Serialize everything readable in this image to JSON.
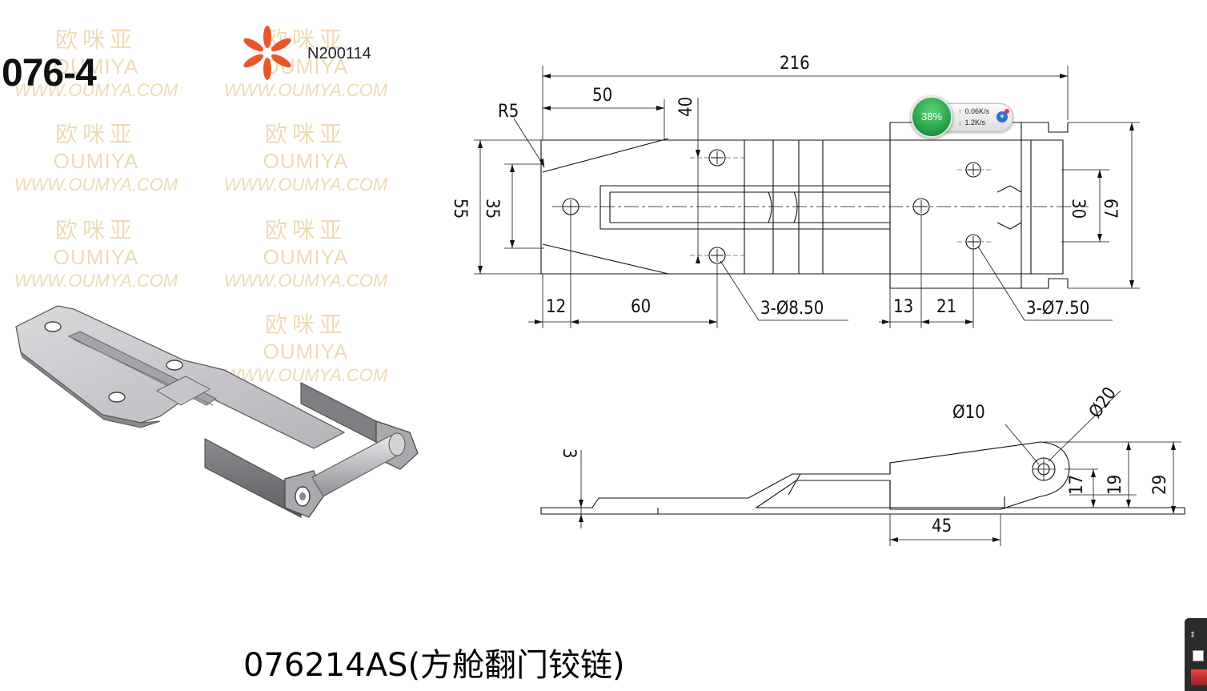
{
  "header": {
    "part_number": "076-4",
    "code": "N200114"
  },
  "watermark": {
    "cn": "欧咪亚",
    "en": "OUMIYA",
    "url": "WWW.OUMYA.COM"
  },
  "caption": "076214AS(方舱翻门铰链)",
  "network_widget": {
    "cpu_percent": "38%",
    "upload": "0.06K/s",
    "download": "1.2K/s"
  },
  "dimensions": {
    "top": {
      "overall_length": "216",
      "d50": "50",
      "d40": "40",
      "radius": "R5",
      "d55": "55",
      "d35": "35",
      "d30": "30",
      "d67": "67",
      "d12": "12",
      "d60": "60",
      "d13": "13",
      "d21": "21",
      "holes_left": "3-Ø8.50",
      "holes_right": "3-Ø7.50"
    },
    "side": {
      "thickness": "3",
      "pin_dia": "Ø10",
      "knuckle_dia": "Ø20",
      "d45": "45",
      "d17": "17",
      "d19": "19",
      "d29": "29"
    }
  },
  "colors": {
    "watermark": "#e9cf9c",
    "logo": "#e8562e",
    "line": "#111111"
  }
}
